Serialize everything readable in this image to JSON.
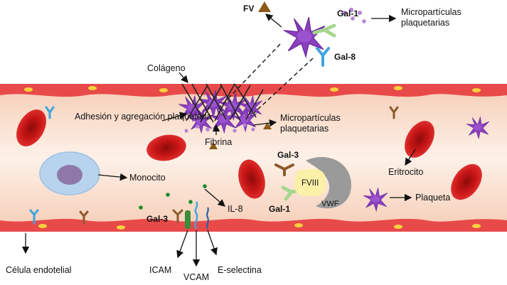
{
  "labels": {
    "fv": "FV",
    "gal1_top": "Gal-1",
    "gal8": "Gal-8",
    "microparticles_top": "Micropartículas plaquetarias",
    "collagen": "Colágeno",
    "adhesion": "Adhesión y agregación plaquetaria",
    "microparticles_mid": "Micropartículas plaquetarias",
    "fibrin": "Fibrina",
    "gal3_right": "Gal-3",
    "fviii": "FVIII",
    "vwf": "VWF",
    "gal1_right": "Gal-1",
    "monocyte": "Monocito",
    "erythrocyte": "Eritrocito",
    "platelet": "Plaqueta",
    "il8": "IL-8",
    "gal3_left": "Gal-3",
    "endothelial": "Célula endotelial",
    "icam": "ICAM",
    "vcam": "VCAM",
    "eselectin": "E-selectina"
  },
  "colors": {
    "vessel_wall": "#e84a4a",
    "vessel_lumen": "#fbe4d6",
    "erythrocyte": "#cc1414",
    "platelet": "#8a3fbf",
    "monocyte": "#b7d3ee",
    "factor_triangle": "#8b5a17",
    "galectin1": "#a7d68f",
    "galectin3": "#8b5a2b",
    "galectin8": "#3fa3dc",
    "vwf": "#9a9a9a",
    "fviii": "#fbf0a8"
  }
}
